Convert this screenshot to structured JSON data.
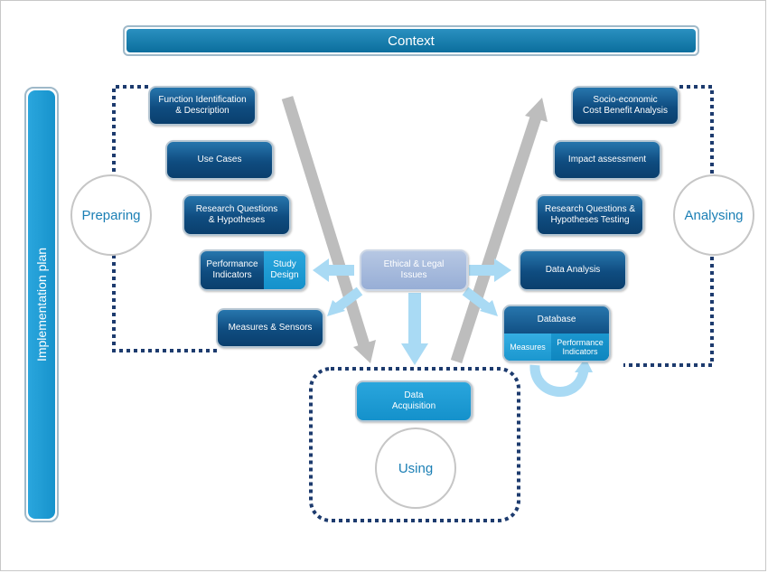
{
  "title": "Context",
  "side_label": "Implementation plan",
  "phases": {
    "preparing": "Preparing",
    "analysing": "Analysing",
    "using": "Using"
  },
  "preparing_boxes": [
    "Function Identification\n& Description",
    "Use Cases",
    "Research Questions\n& Hypotheses",
    "Measures & Sensors"
  ],
  "performance_study": {
    "left": "Performance\nIndicators",
    "right": "Study\nDesign"
  },
  "ethical": "Ethical & Legal\nIssues",
  "analysing_boxes": [
    "Socio-economic\nCost Benefit Analysis",
    "Impact assessment",
    "Research Questions &\nHypotheses Testing",
    "Data Analysis"
  ],
  "database": {
    "title": "Database",
    "left": "Measures",
    "right": "Performance\nIndicators"
  },
  "data_acquisition": "Data\nAcquisition",
  "colors": {
    "dark_blue": "#0f4c80",
    "light_blue": "#1b97cf",
    "arrow_gray": "#bdbdbd",
    "arrow_light_blue": "#a9daf4",
    "dotted_navy": "#1d3b6e"
  }
}
